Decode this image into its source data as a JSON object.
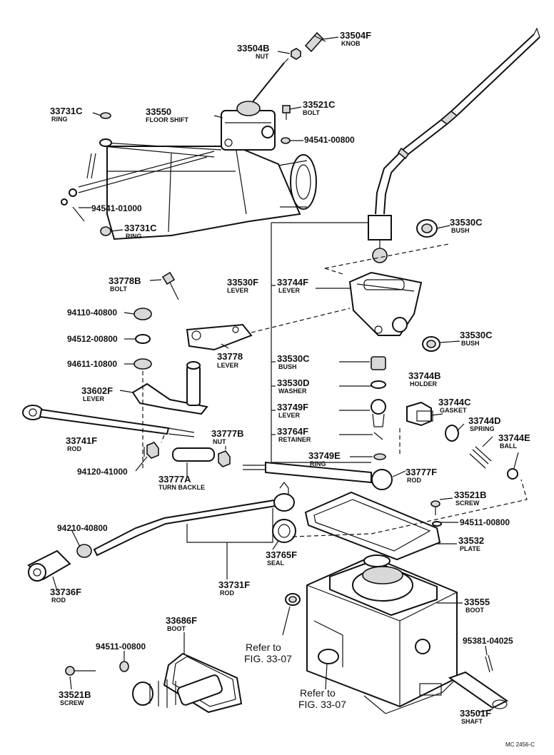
{
  "parts": {
    "p33504F": {
      "number": "33504F",
      "name": "KNOB"
    },
    "p33504B": {
      "number": "33504B",
      "name": "NUT"
    },
    "p33731C_top": {
      "number": "33731C",
      "name": "RING"
    },
    "p33550": {
      "number": "33550",
      "name": "FLOOR SHIFT"
    },
    "p33521C": {
      "number": "33521C",
      "name": "BOLT"
    },
    "p94541_00800": {
      "number": "94541-00800"
    },
    "p94541_01000": {
      "number": "94541-01000"
    },
    "p33731C_bottom": {
      "number": "33731C",
      "name": "RING"
    },
    "p33530C_top": {
      "number": "33530C",
      "name": "BUSH"
    },
    "p33530F": {
      "number": "33530F",
      "name": "LEVER"
    },
    "p33744F": {
      "number": "33744F",
      "name": "LEVER"
    },
    "p33778B": {
      "number": "33778B",
      "name": "BOLT"
    },
    "p94110_40800": {
      "number": "94110-40800"
    },
    "p94512_00800": {
      "number": "94512-00800"
    },
    "p94611_10800": {
      "number": "94611-10800"
    },
    "p33778": {
      "number": "33778",
      "name": "LEVER"
    },
    "p33530C_right": {
      "number": "33530C",
      "name": "BUSH"
    },
    "p33530C_mid": {
      "number": "33530C",
      "name": "BUSH"
    },
    "p33744B": {
      "number": "33744B",
      "name": "HOLDER"
    },
    "p33602F": {
      "number": "33602F",
      "name": "LEVER"
    },
    "p33530D": {
      "number": "33530D",
      "name": "WASHER"
    },
    "p33744C": {
      "number": "33744C",
      "name": "GASKET"
    },
    "p33749F": {
      "number": "33749F",
      "name": "LEVER"
    },
    "p33744D": {
      "number": "33744D",
      "name": "SPRING"
    },
    "p33764F": {
      "number": "33764F",
      "name": "RETAINER"
    },
    "p33744E": {
      "number": "33744E",
      "name": "BALL"
    },
    "p33741F": {
      "number": "33741F",
      "name": "ROD"
    },
    "p33777B": {
      "number": "33777B",
      "name": "NUT"
    },
    "p33749E": {
      "number": "33749E",
      "name": "RING"
    },
    "p94120_41000": {
      "number": "94120-41000"
    },
    "p33777A": {
      "number": "33777A",
      "name": "TURN BACKLE"
    },
    "p33777F": {
      "number": "33777F",
      "name": "ROD"
    },
    "p33521B_right": {
      "number": "33521B",
      "name": "SCREW"
    },
    "p94511_00800_right": {
      "number": "94511-00800"
    },
    "p94210_40800": {
      "number": "94210-40800"
    },
    "p33532": {
      "number": "33532",
      "name": "PLATE"
    },
    "p33765F": {
      "number": "33765F",
      "name": "SEAL"
    },
    "p33736F": {
      "number": "33736F",
      "name": "ROD"
    },
    "p33731F": {
      "number": "33731F",
      "name": "ROD"
    },
    "p33555": {
      "number": "33555",
      "name": "BOOT"
    },
    "p33686F": {
      "number": "33686F",
      "name": "BOOT"
    },
    "p94511_00800_left": {
      "number": "94511-00800"
    },
    "p95381_04025": {
      "number": "95381-04025"
    },
    "p33521B_left": {
      "number": "33521B",
      "name": "SCREW"
    },
    "p33501F": {
      "number": "33501F",
      "name": "SHAFT"
    }
  },
  "references": {
    "ref1_line1": "Refer to",
    "ref1_line2": "FIG. 33-07",
    "ref2_line1": "Refer to",
    "ref2_line2": "FIG. 33-07"
  },
  "figure_code": "MC 2456-C"
}
